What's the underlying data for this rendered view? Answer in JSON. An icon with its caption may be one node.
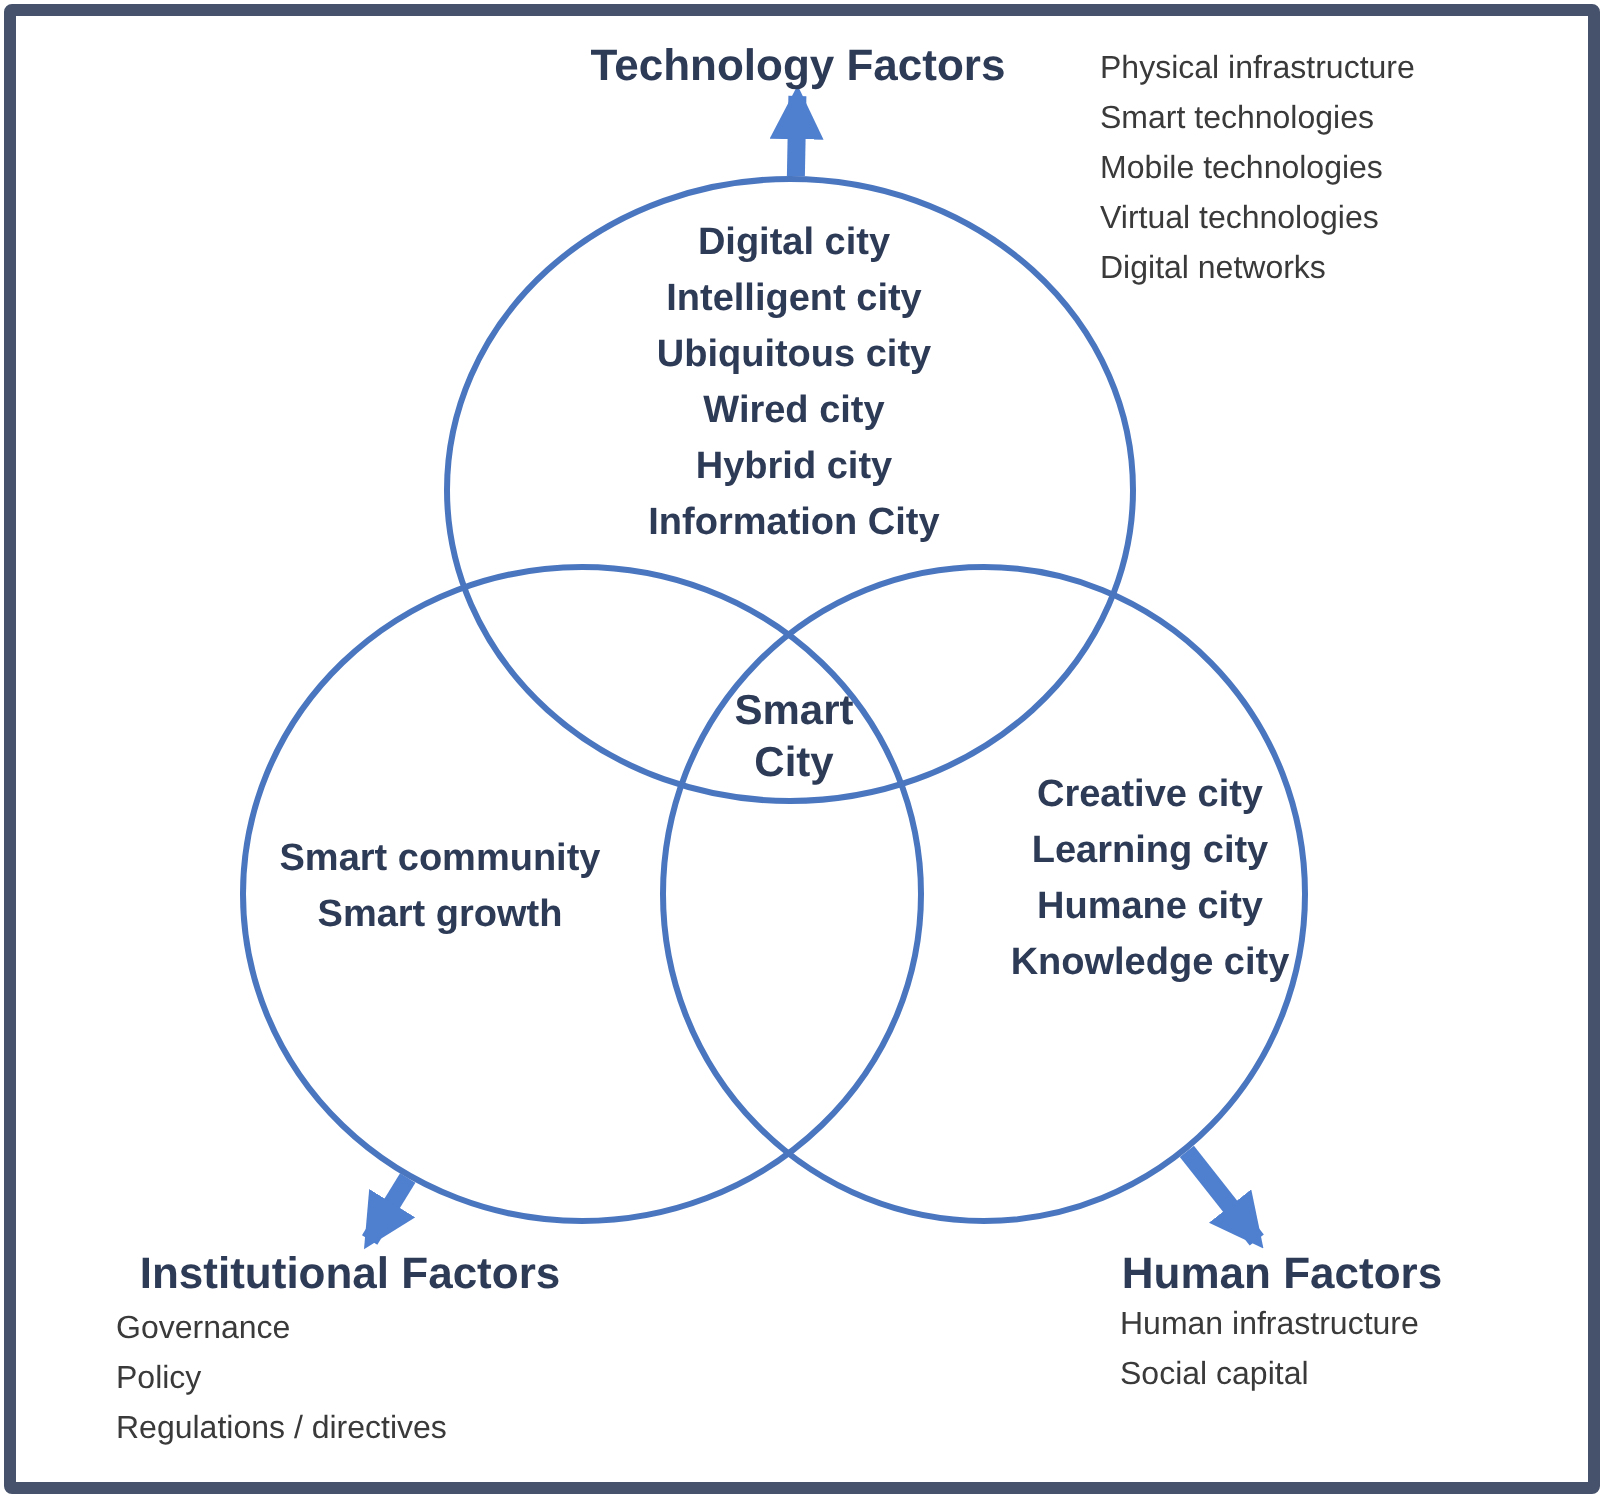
{
  "diagram": {
    "nodes": [
      {
        "text": [
          "Digital city",
          "Intelligent city",
          "Ubiquitous city",
          "Wired city",
          "Hybrid city",
          "Information City"
        ]
      },
      {
        "text": [
          "Smart community",
          "Smart growth"
        ]
      },
      {
        "text": [
          "Creative city",
          "Learning city",
          "Humane city",
          "Knowledge city"
        ]
      },
      {
        "text": [
          "Technology Factors"
        ],
        "beside": [
          "Physical infrastructure",
          "Smart technologies",
          "Mobile technologies",
          "Virtual technologies",
          "Digital networks"
        ]
      },
      {
        "text": [
          "Institutional Factors"
        ],
        "beside": [
          "Governance",
          "Policy",
          "Regulations / directives"
        ]
      },
      {
        "text": [
          "Human Factors"
        ],
        "beside": [
          "Human infrastructure",
          "Social capital"
        ]
      }
    ],
    "edges": [
      {
        "from": 0,
        "to": 3,
        "arrow": "to"
      },
      {
        "from": 1,
        "to": 4,
        "arrow": "to"
      },
      {
        "from": 2,
        "to": 5,
        "arrow": "to"
      }
    ],
    "labels": [
      "Smart City"
    ]
  }
}
